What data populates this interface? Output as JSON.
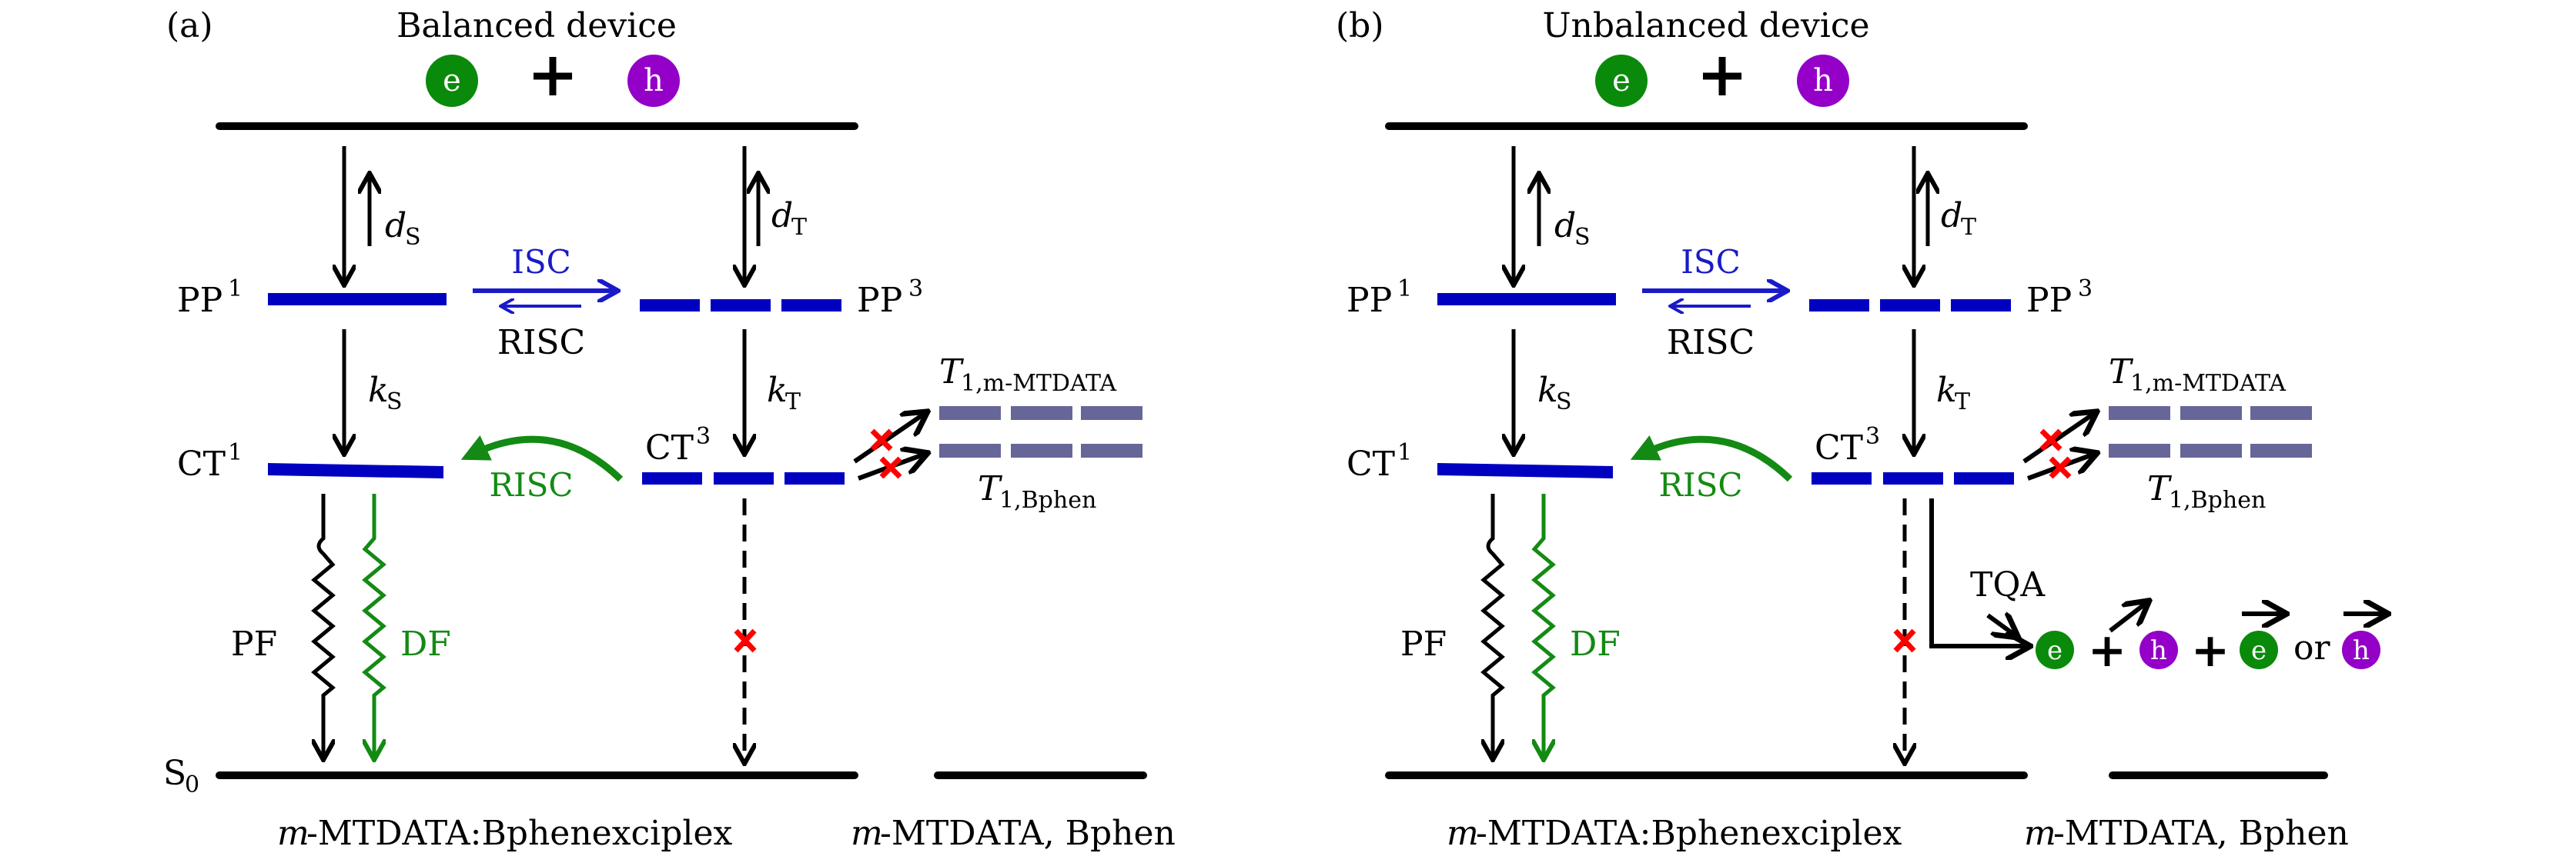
{
  "colors": {
    "electron": "#0a8a0a",
    "hole": "#9400c8",
    "level_blue": "#0000c0",
    "isc_blue": "#1a1ac8",
    "risc_green": "#138a13",
    "host_triplet": "#666699",
    "block_red": "#ff0000",
    "line": "#000000"
  },
  "panels": [
    {
      "tag": "(a)",
      "title": "Balanced device",
      "carriers": {
        "e": "e",
        "plus": "+",
        "h": "h"
      },
      "levels": {
        "pp1": "PP",
        "pp1_sup": "1",
        "pp3": "PP",
        "pp3_sup": "3",
        "ct1": "CT",
        "ct1_sup": "1",
        "ct3": "CT",
        "ct3_sup": "3",
        "s0": "S",
        "s0_sub": "0"
      },
      "rates": {
        "ds": "d",
        "ds_sub": "S",
        "dt": "d",
        "dt_sub": "T",
        "ks": "k",
        "ks_sub": "S",
        "kt": "k",
        "kt_sub": "T"
      },
      "transitions": {
        "isc": "ISC",
        "risc_blue": "RISC",
        "risc_green": "RISC",
        "pf": "PF",
        "df": "DF"
      },
      "host": {
        "t_mtdata": "T",
        "t_mtdata_sub": "1,m-MTDATA",
        "t_bphen": "T",
        "t_bphen_sub": "1,Bphen"
      },
      "bottom": {
        "exciplex_m": "m",
        "exciplex": "-MTDATA:Bphenexciplex",
        "hosts_m": "m",
        "hosts": "-MTDATA, Bphen"
      }
    },
    {
      "tag": "(b)",
      "title": "Unbalanced device",
      "carriers": {
        "e": "e",
        "plus": "+",
        "h": "h"
      },
      "levels": {
        "pp1": "PP",
        "pp1_sup": "1",
        "pp3": "PP",
        "pp3_sup": "3",
        "ct1": "CT",
        "ct1_sup": "1",
        "ct3": "CT",
        "ct3_sup": "3"
      },
      "rates": {
        "ds": "d",
        "ds_sub": "S",
        "dt": "d",
        "dt_sub": "T",
        "ks": "k",
        "ks_sub": "S",
        "kt": "k",
        "kt_sub": "T"
      },
      "transitions": {
        "isc": "ISC",
        "risc_blue": "RISC",
        "risc_green": "RISC",
        "pf": "PF",
        "df": "DF"
      },
      "host": {
        "t_mtdata": "T",
        "t_mtdata_sub": "1,m-MTDATA",
        "t_bphen": "T",
        "t_bphen_sub": "1,Bphen"
      },
      "tqa": {
        "label": "TQA",
        "e1": "e",
        "plus1": "+",
        "h1": "h",
        "plus2": "+",
        "e2": "e",
        "or": "or",
        "h2": "h"
      },
      "bottom": {
        "exciplex_m": "m",
        "exciplex": "-MTDATA:Bphenexciplex",
        "hosts_m": "m",
        "hosts": "-MTDATA, Bphen"
      }
    }
  ]
}
